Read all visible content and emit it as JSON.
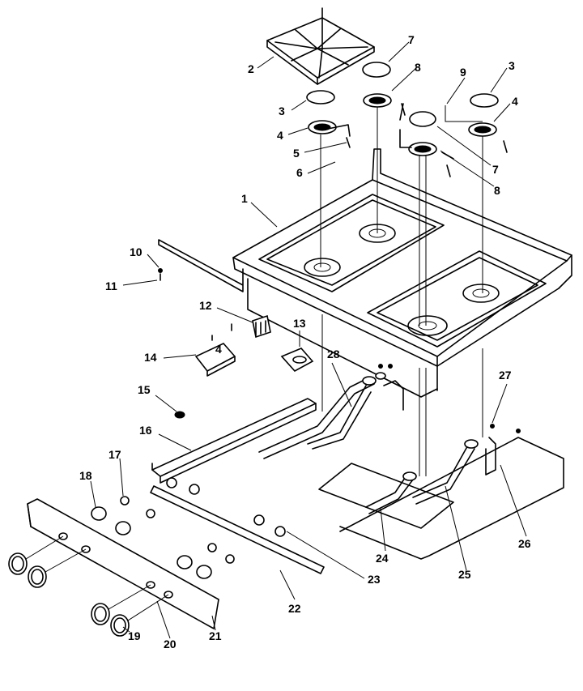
{
  "callouts": {
    "c1": "1",
    "c2": "2",
    "c3a": "3",
    "c3b": "3",
    "c4a": "4",
    "c4b": "4",
    "c4c": "4",
    "c5": "5",
    "c6": "6",
    "c7a": "7",
    "c7b": "7",
    "c8a": "8",
    "c8b": "8",
    "c9": "9",
    "c10": "10",
    "c11": "11",
    "c12": "12",
    "c13": "13",
    "c14": "14",
    "c15": "15",
    "c16": "16",
    "c17": "17",
    "c18": "18",
    "c19": "19",
    "c20": "20",
    "c21": "21",
    "c22": "22",
    "c23": "23",
    "c24": "24",
    "c25": "25",
    "c26": "26",
    "c27": "27",
    "c28": "28"
  }
}
